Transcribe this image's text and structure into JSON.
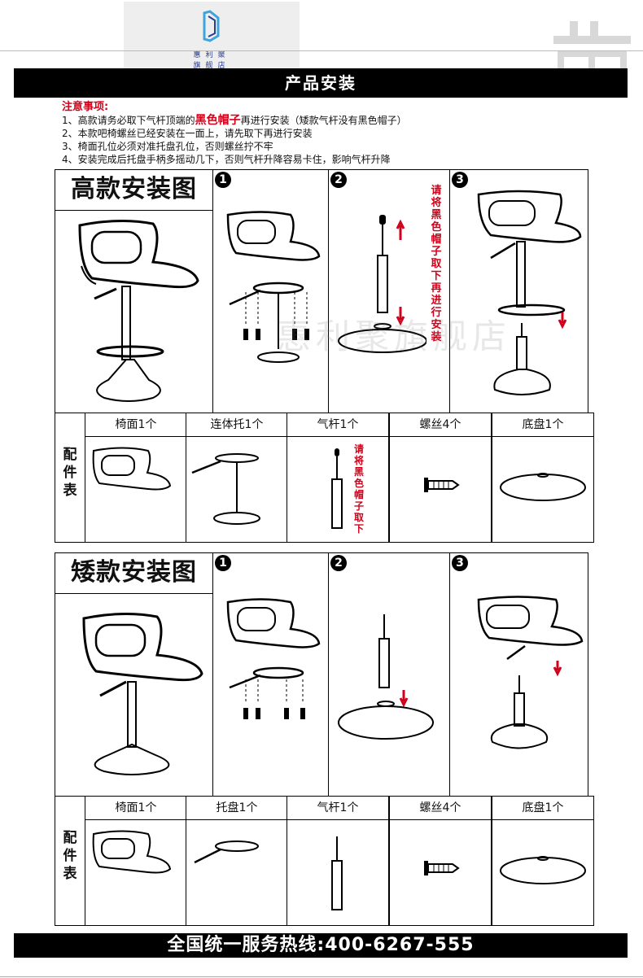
{
  "logo": {
    "line1": "惠利聚",
    "line2": "旗舰店"
  },
  "header": {
    "title": "产品安装"
  },
  "notes": {
    "heading": "注意事项:",
    "item1_prefix": "1、高款请务必取下气杆顶端的",
    "item1_highlight": "黑色帽子",
    "item1_suffix": "再进行安装（矮款气杆没有黑色帽子）",
    "item2": "2、本款吧椅螺丝已经安装在一面上，请先取下再进行安装",
    "item3": "3、椅面孔位必须对准托盘孔位，否则螺丝拧不牢",
    "item4": "4、安装完成后托盘手柄多摇动几下，否则气杆升降容易卡住，影响气杆升降"
  },
  "tall": {
    "title": "高款安装图",
    "steps": [
      "1",
      "2",
      "3"
    ],
    "step2_note": "请将黑色帽子取下再进行安装",
    "parts_side": "配件表",
    "parts": [
      "椅面1个",
      "连体托1个",
      "气杆1个",
      "螺丝4个",
      "底盘1个"
    ],
    "gas_note": "请将黑色帽子取下"
  },
  "short": {
    "title": "矮款安装图",
    "steps": [
      "1",
      "2",
      "3"
    ],
    "parts_side": "配件表",
    "parts": [
      "椅面1个",
      "托盘1个",
      "气杆1个",
      "螺丝4个",
      "底盘1个"
    ]
  },
  "watermark": "惠利聚旗舰店",
  "footer": {
    "hotline": "全国统一服务热线:400-6267-555"
  },
  "colors": {
    "accent_red": "#d0021b",
    "bar_black": "#000000",
    "logo_blue": "#2a3c8a"
  }
}
